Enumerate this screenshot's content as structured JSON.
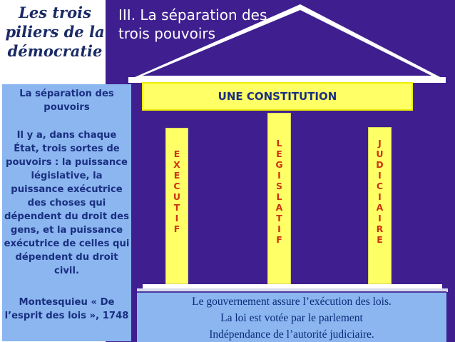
{
  "header": {
    "left_title": "Les trois piliers de la démocratie",
    "right_title": "III. La séparation des trois pouvoirs"
  },
  "sidebar": {
    "subtitle": "La séparation des pouvoirs",
    "body": "Il y a, dans chaque État, trois sortes de pouvoirs : la puissance législative, la puissance exécutrice des choses qui dépendent du droit des gens, et la puissance exécutrice de celles qui dépendent du droit civil.",
    "citation": "Montesquieu « De l’esprit des lois », 1748"
  },
  "temple": {
    "constitution": "UNE CONSTITUTION",
    "pillars": [
      {
        "name": "executif",
        "label": "E\nX\nE\nC\nU\nT\nI\nF"
      },
      {
        "name": "legislatif",
        "label": "L\nE\nG\nI\nS\nL\nA\nT\nI\nF"
      },
      {
        "name": "judiciaire",
        "label": "J\nU\nD\nI\nC\nI\nA\nI\nR\nE"
      }
    ]
  },
  "base": {
    "line1": "Le gouvernement assure l’exécution des lois.",
    "line2": "La loi est votée par le parlement",
    "line3": "Indépendance de l’autorité judiciaire."
  },
  "colors": {
    "background": "#3f1f8f",
    "pillar_fill": "#ffff66",
    "panel_fill": "#8bb6f0",
    "pillar_text": "#cc3311",
    "title_text": "#1a2a66"
  }
}
